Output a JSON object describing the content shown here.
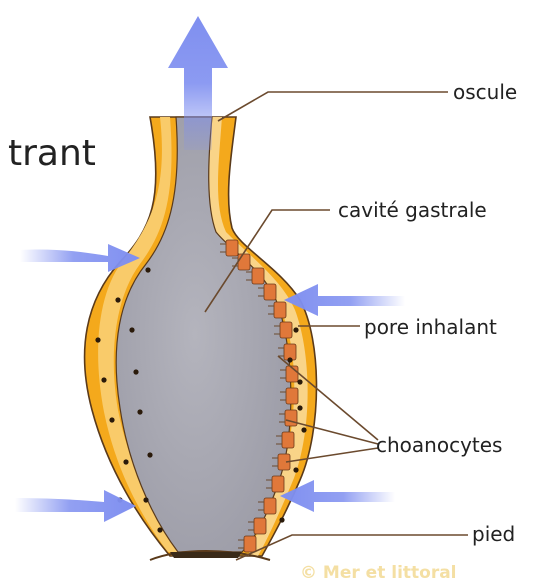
{
  "fragment_text": "trant",
  "labels": {
    "oscule": "oscule",
    "cavite": "cavité gastrale",
    "pore": "pore inhalant",
    "choano": "choanocytes",
    "pied": "pied"
  },
  "watermark": "© Mer et littoral",
  "colors": {
    "wall": "#f4a91c",
    "wall_light": "#f9d488",
    "cavity": "#a9a9b3",
    "choanocyte": "#e0783a",
    "arrow": "#7f8ff0",
    "leader": "#6b4a2e"
  }
}
